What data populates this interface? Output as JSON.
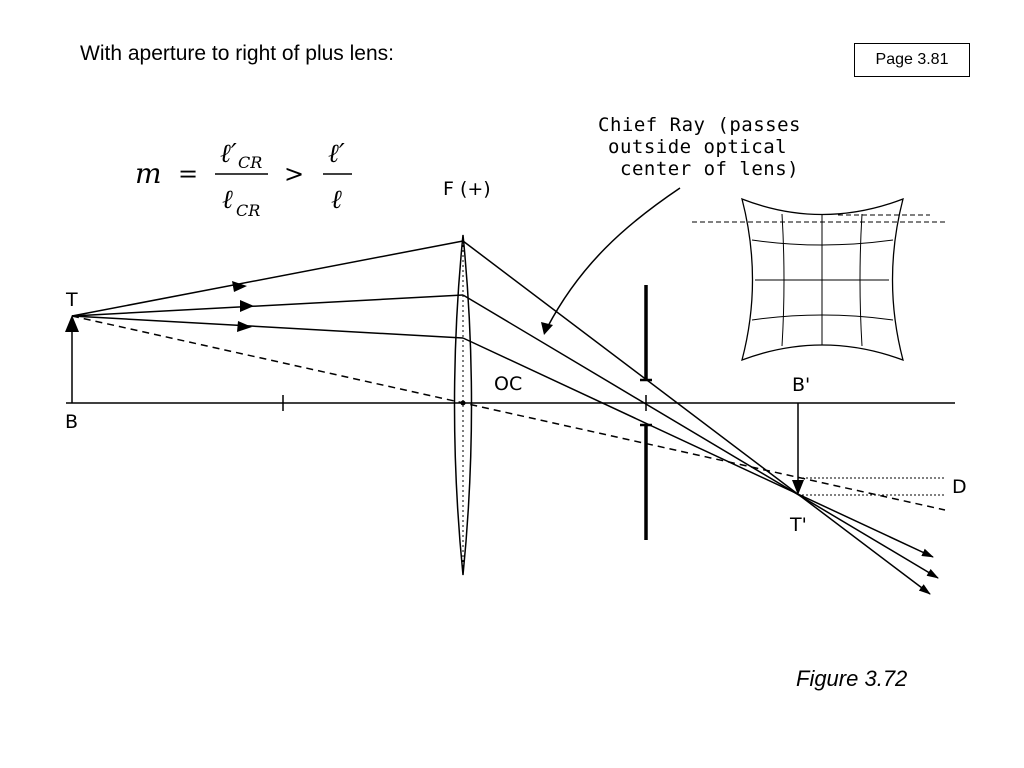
{
  "heading": "With aperture to right of plus lens:",
  "page_label": "Page 3.81",
  "caption": "Figure 3.72",
  "equation": {
    "lhs": "m",
    "equals": "=",
    "num1_main": "ℓ′",
    "num1_sub": "CR",
    "den1_main": "ℓ",
    "den1_sub": "CR",
    "greater": ">",
    "num2": "ℓ′",
    "den2": "ℓ"
  },
  "labels": {
    "object_top": "T",
    "object_base": "B",
    "lens": "F (+)",
    "optical_center": "OC",
    "image_base": "B'",
    "image_top": "T'",
    "distance": "D"
  },
  "chief_ray_note": {
    "line1": "Chief Ray (passes",
    "line2": "outside optical",
    "line3": "center of lens)"
  },
  "icons": {
    "distortion_grid": "pincushion-distortion-icon"
  }
}
